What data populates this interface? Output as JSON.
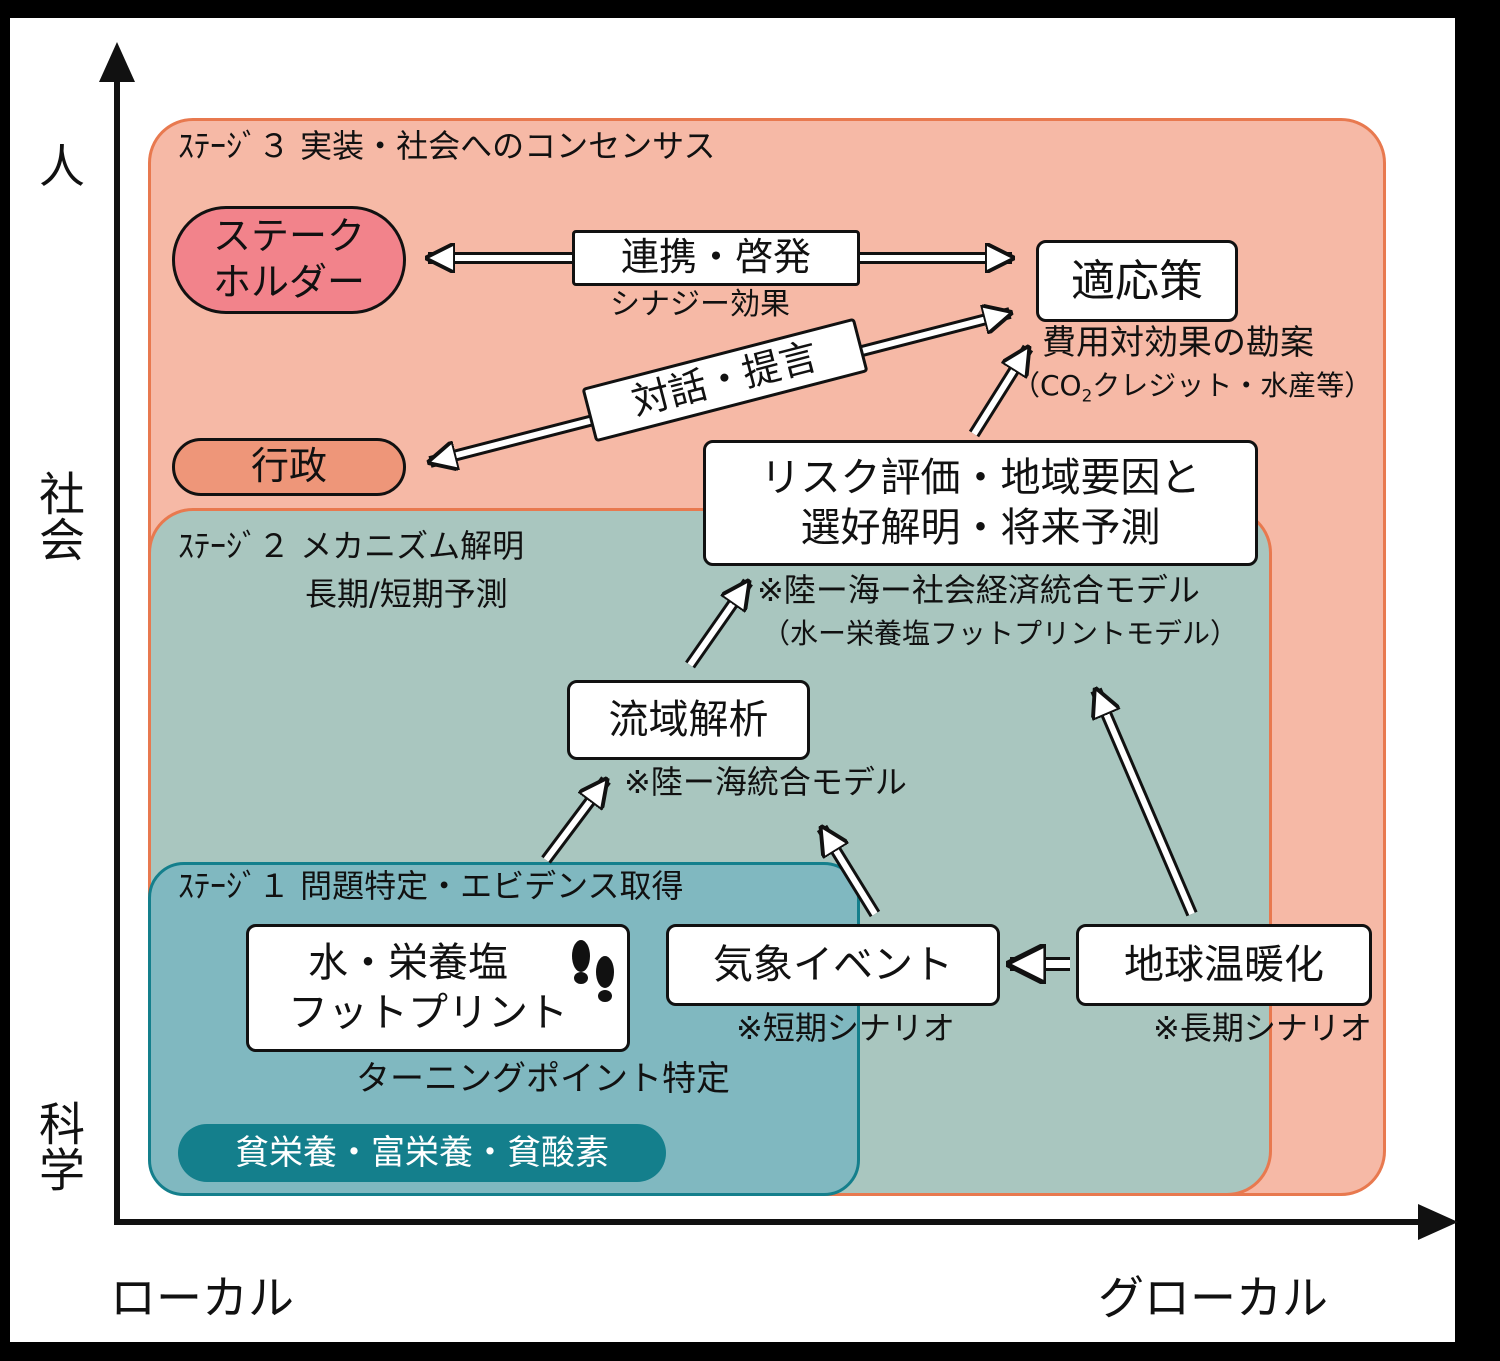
{
  "axes": {
    "y_top": "人",
    "y_middle": "社会",
    "y_bottom": "科学",
    "x_left": "ローカル",
    "x_right": "グローカル"
  },
  "stages": {
    "stage3_title": "ｽﾃｰｼﾞ３ 実装・社会へのコンセンサス",
    "stage2_title": "ｽﾃｰｼﾞ２ メカニズム解明",
    "stage2_subtitle": "長期/短期予測",
    "stage1_title": "ｽﾃｰｼﾞ１ 問題特定・エビデンス取得"
  },
  "nodes": {
    "stakeholder_line1": "ステーク",
    "stakeholder_line2": "ホルダー",
    "government": "行政",
    "cooperation": "連携・啓発",
    "synergy": "シナジー効果",
    "dialogue": "対話・提言",
    "adaptation": "適応策",
    "cost_effect": "費用対効果の勘案",
    "credit_note_pre": "（CO",
    "credit_note_sub": "2",
    "credit_note_post": "クレジット・水産等）",
    "risk_line1": "リスク評価・地域要因と",
    "risk_line2": "選好解明・将来予測",
    "land_sea_social_model": "※陸ー海ー社会経済統合モデル",
    "footprint_model": "（水ー栄養塩フットプリントモデル）",
    "basin_analysis": "流域解析",
    "land_sea_model": "※陸ー海統合モデル",
    "footprint_line1": "水・栄養塩",
    "footprint_line2": "フットプリント",
    "weather_event": "気象イベント",
    "short_scenario": "※短期シナリオ",
    "global_warming": "地球温暖化",
    "long_scenario": "※長期シナリオ",
    "turning_point": "ターニングポイント特定",
    "nutrient_states": "貧栄養・富栄養・貧酸素"
  },
  "colors": {
    "stage3_fill": "#f6b9a6",
    "stage2_fill": "#a9c6bf",
    "stage1_fill": "#80b8c0",
    "stage1_border": "#147f8c",
    "stakeholder_fill": "#f2838b",
    "government_fill": "#ee9679",
    "nutrient_pill_fill": "#147f8c"
  },
  "icons": [
    "footprints-icon"
  ]
}
